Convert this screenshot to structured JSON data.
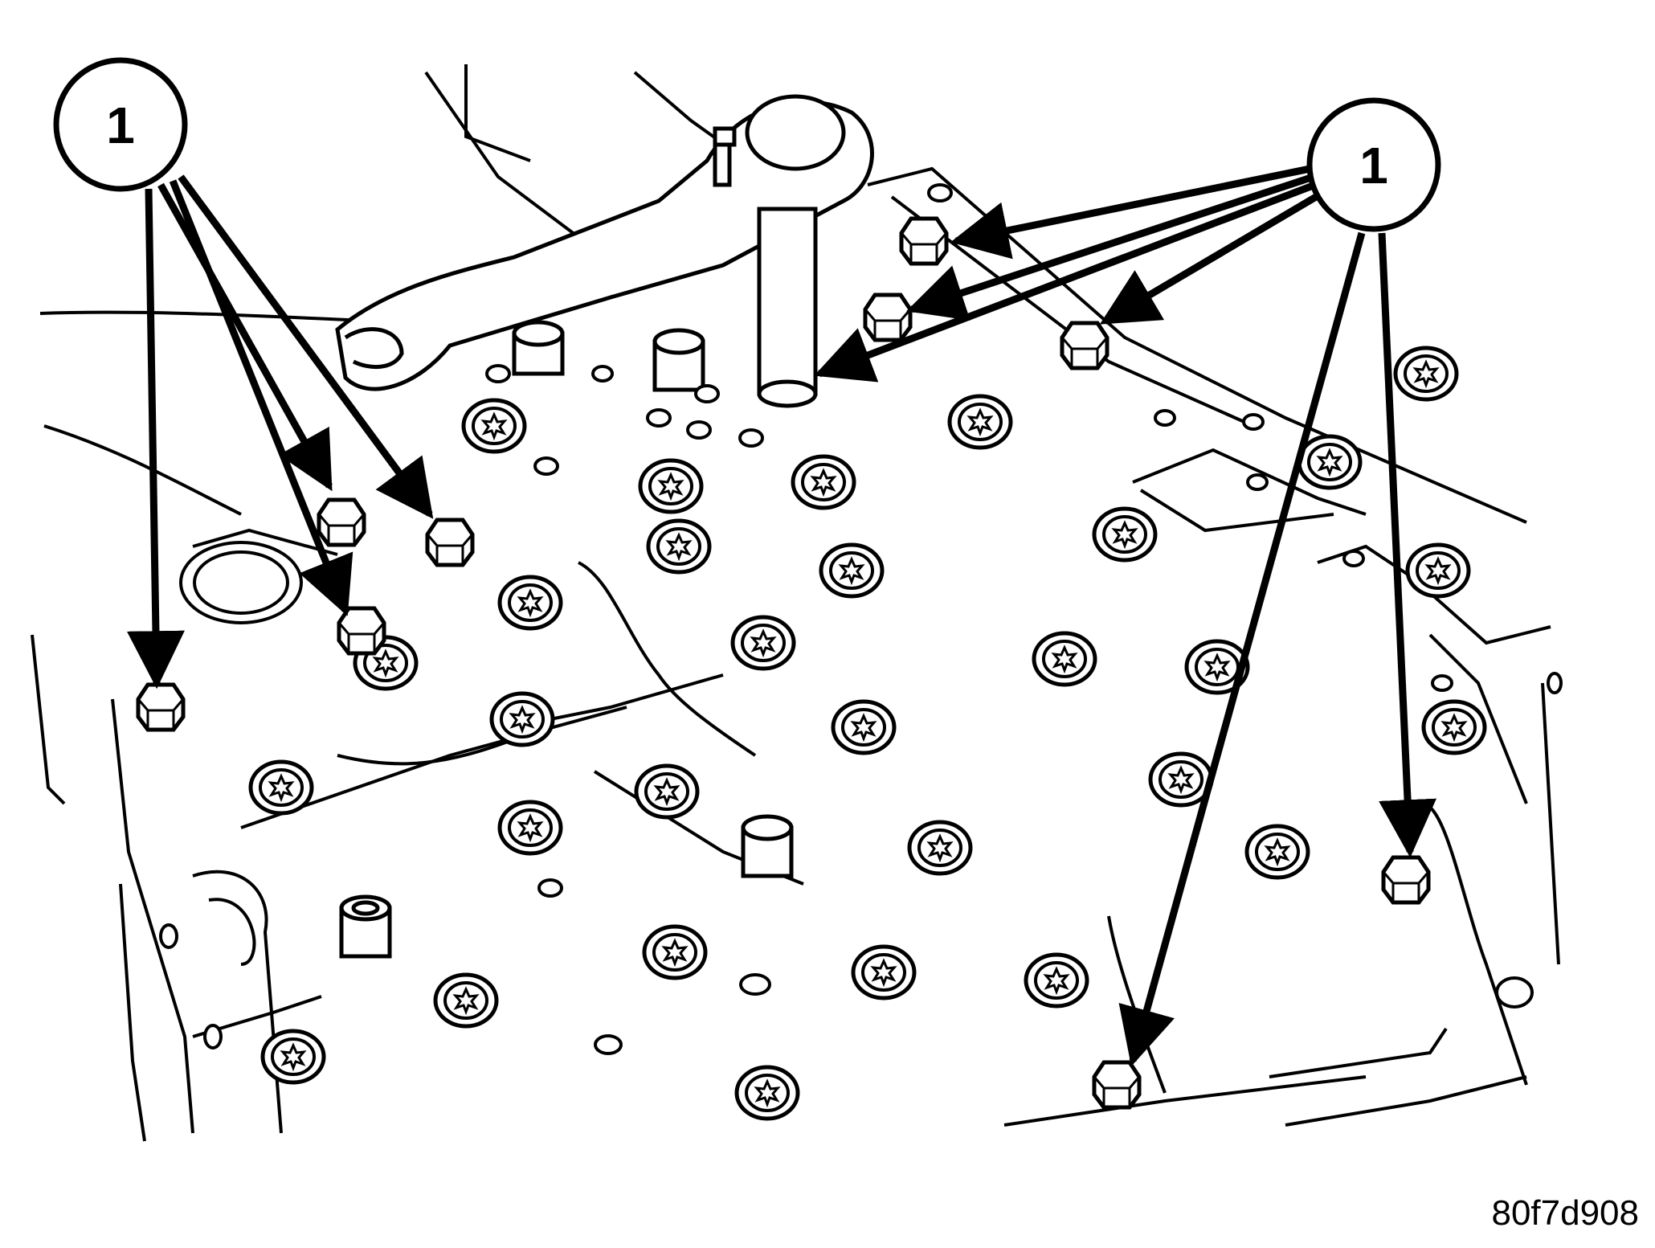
{
  "callouts": [
    {
      "label": "1"
    },
    {
      "label": "1"
    }
  ],
  "figure_id": "80f7d908",
  "colors": {
    "line": "#000000",
    "background": "#ffffff"
  }
}
